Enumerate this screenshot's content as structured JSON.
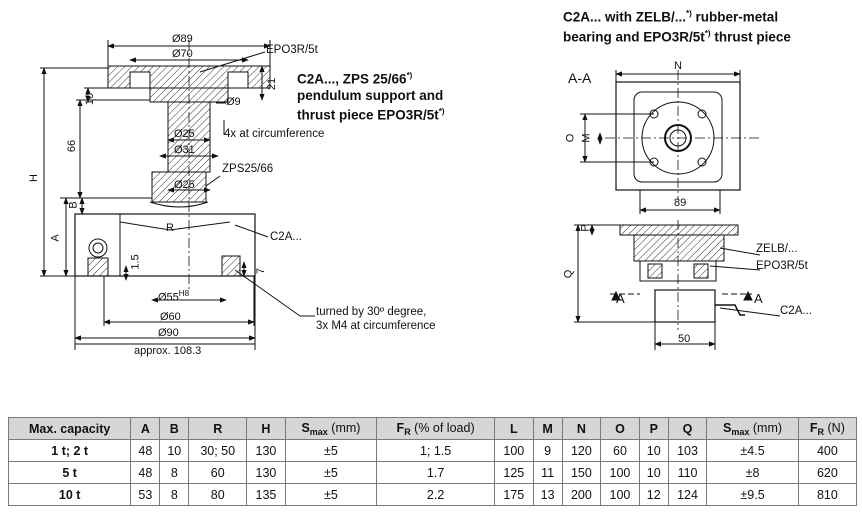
{
  "titles": {
    "left_line1": "C2A..., ZPS 25/66",
    "left_line2": "pendulum support and",
    "left_line3": "thrust piece  EPO3R/5t",
    "right_line1": "C2A... with ZELB/...",
    "right_line1_suffix": " rubber-metal",
    "right_line2": "bearing and EPO3R/5t",
    "right_line2_suffix": " thrust piece",
    "footnote_mark": "*)"
  },
  "left_view": {
    "d89": "Ø89",
    "d70": "Ø70",
    "epo3r": "EPO3R/5t",
    "d9": "Ø9",
    "dim21": "21",
    "dim10": "10",
    "dim66": "66",
    "dimH": "H",
    "dimB": "B",
    "dimA": "A",
    "d25_top": "Ø25",
    "d31": "Ø31",
    "d25_bottom": "Ø25",
    "circ4x": "4x at circumference",
    "zps": "ZPS25/66",
    "r_label": "R",
    "c2a": "C2A...",
    "dim15": "1.5",
    "dim7": "7",
    "d55": "Ø55",
    "h8": "H8",
    "d60": "Ø60",
    "d90": "Ø90",
    "approx": "approx. 108.3",
    "turned_line1": "turned by 30º degree,",
    "turned_line2": "3x M4 at circumference"
  },
  "right_view": {
    "section": "A-A",
    "dimN": "N",
    "dimO": "O",
    "dimM": "M",
    "dim89": "89",
    "dimP": "P",
    "dimQ": "Q",
    "zelb": "ZELB/...",
    "epo3r": "EPO3R/5t",
    "c2a": "C2A...",
    "dim50": "50",
    "arrowA1": "A",
    "arrowA2": "A"
  },
  "table": {
    "headers": [
      "Max. capacity",
      "A",
      "B",
      "R",
      "H",
      "S",
      "F",
      "L",
      "M",
      "N",
      "O",
      "P",
      "Q",
      "S",
      "F"
    ],
    "smax_sub": "max",
    "smax_unit": " (mm)",
    "fr_sub": "R",
    "fr_unit_left": " (% of load)",
    "fr_unit_right": " (N)",
    "rows": [
      [
        "1 t; 2 t",
        "48",
        "10",
        "30; 50",
        "130",
        "±5",
        "1; 1.5",
        "100",
        "9",
        "120",
        "60",
        "10",
        "103",
        "±4.5",
        "400"
      ],
      [
        "5 t",
        "48",
        "8",
        "60",
        "130",
        "±5",
        "1.7",
        "125",
        "11",
        "150",
        "100",
        "10",
        "110",
        "±8",
        "620"
      ],
      [
        "10 t",
        "53",
        "8",
        "80",
        "135",
        "±5",
        "2.2",
        "175",
        "13",
        "200",
        "100",
        "12",
        "124",
        "±9.5",
        "810"
      ]
    ]
  }
}
